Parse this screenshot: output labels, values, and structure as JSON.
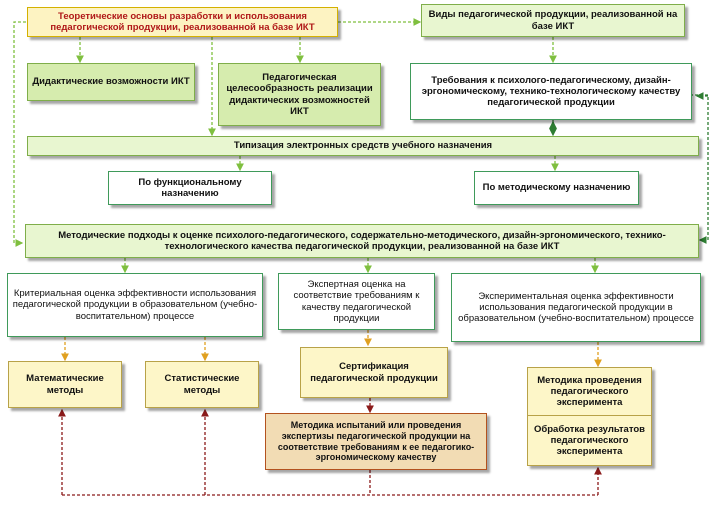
{
  "nodes": {
    "n1": "Теоретические основы разработки и использования педагогической продукции, реализованной на базе ИКТ",
    "n2": "Виды педагогической продукции, реализованной на базе ИКТ",
    "n3": "Дидактические возможности ИКТ",
    "n4": "Педагогическая целесообразность реализации дидактических возможностей ИКТ",
    "n5": "Требования к психолого-педагогическому, дизайн-эргономическому, технико-технологическому качеству педагогической продукции",
    "n6": "Типизация электронных средств учебного назначения",
    "n7": "По функциональному назначению",
    "n8": "По методическому назначению",
    "n9": "Методические подходы к оценке психолого-педагогического, содержательно-методического, дизайн-эргономического, технико-технологического качества педагогической продукции, реализованной на базе ИКТ",
    "n10": "Критериальная оценка эффективности использования педагогической продукции в образовательном (учебно-воспитательном) процессе",
    "n11": "Экспертная оценка на соответствие требованиям к качеству педагогической продукции",
    "n12": "Экспериментальная оценка эффективности использования педагогической продукции в образовательном (учебно-воспитательном) процессе",
    "n13": "Математические методы",
    "n14": "Статистические методы",
    "n15": "Сертификация педагогической продукции",
    "n16": "Методика испытаний или проведения экспертизы педагогической продукции на соответствие требованиям к ее педагогико-эргономическому качеству",
    "n17": "Методика проведения педагогического эксперимента",
    "n18": "Обработка результатов педагогического эксперимента"
  },
  "colors": {
    "arrow_green": "#7fbf3f",
    "arrow_orange": "#e0a020",
    "arrow_red": "#8b1a1a",
    "arrow_dark_green": "#2e7d32"
  }
}
